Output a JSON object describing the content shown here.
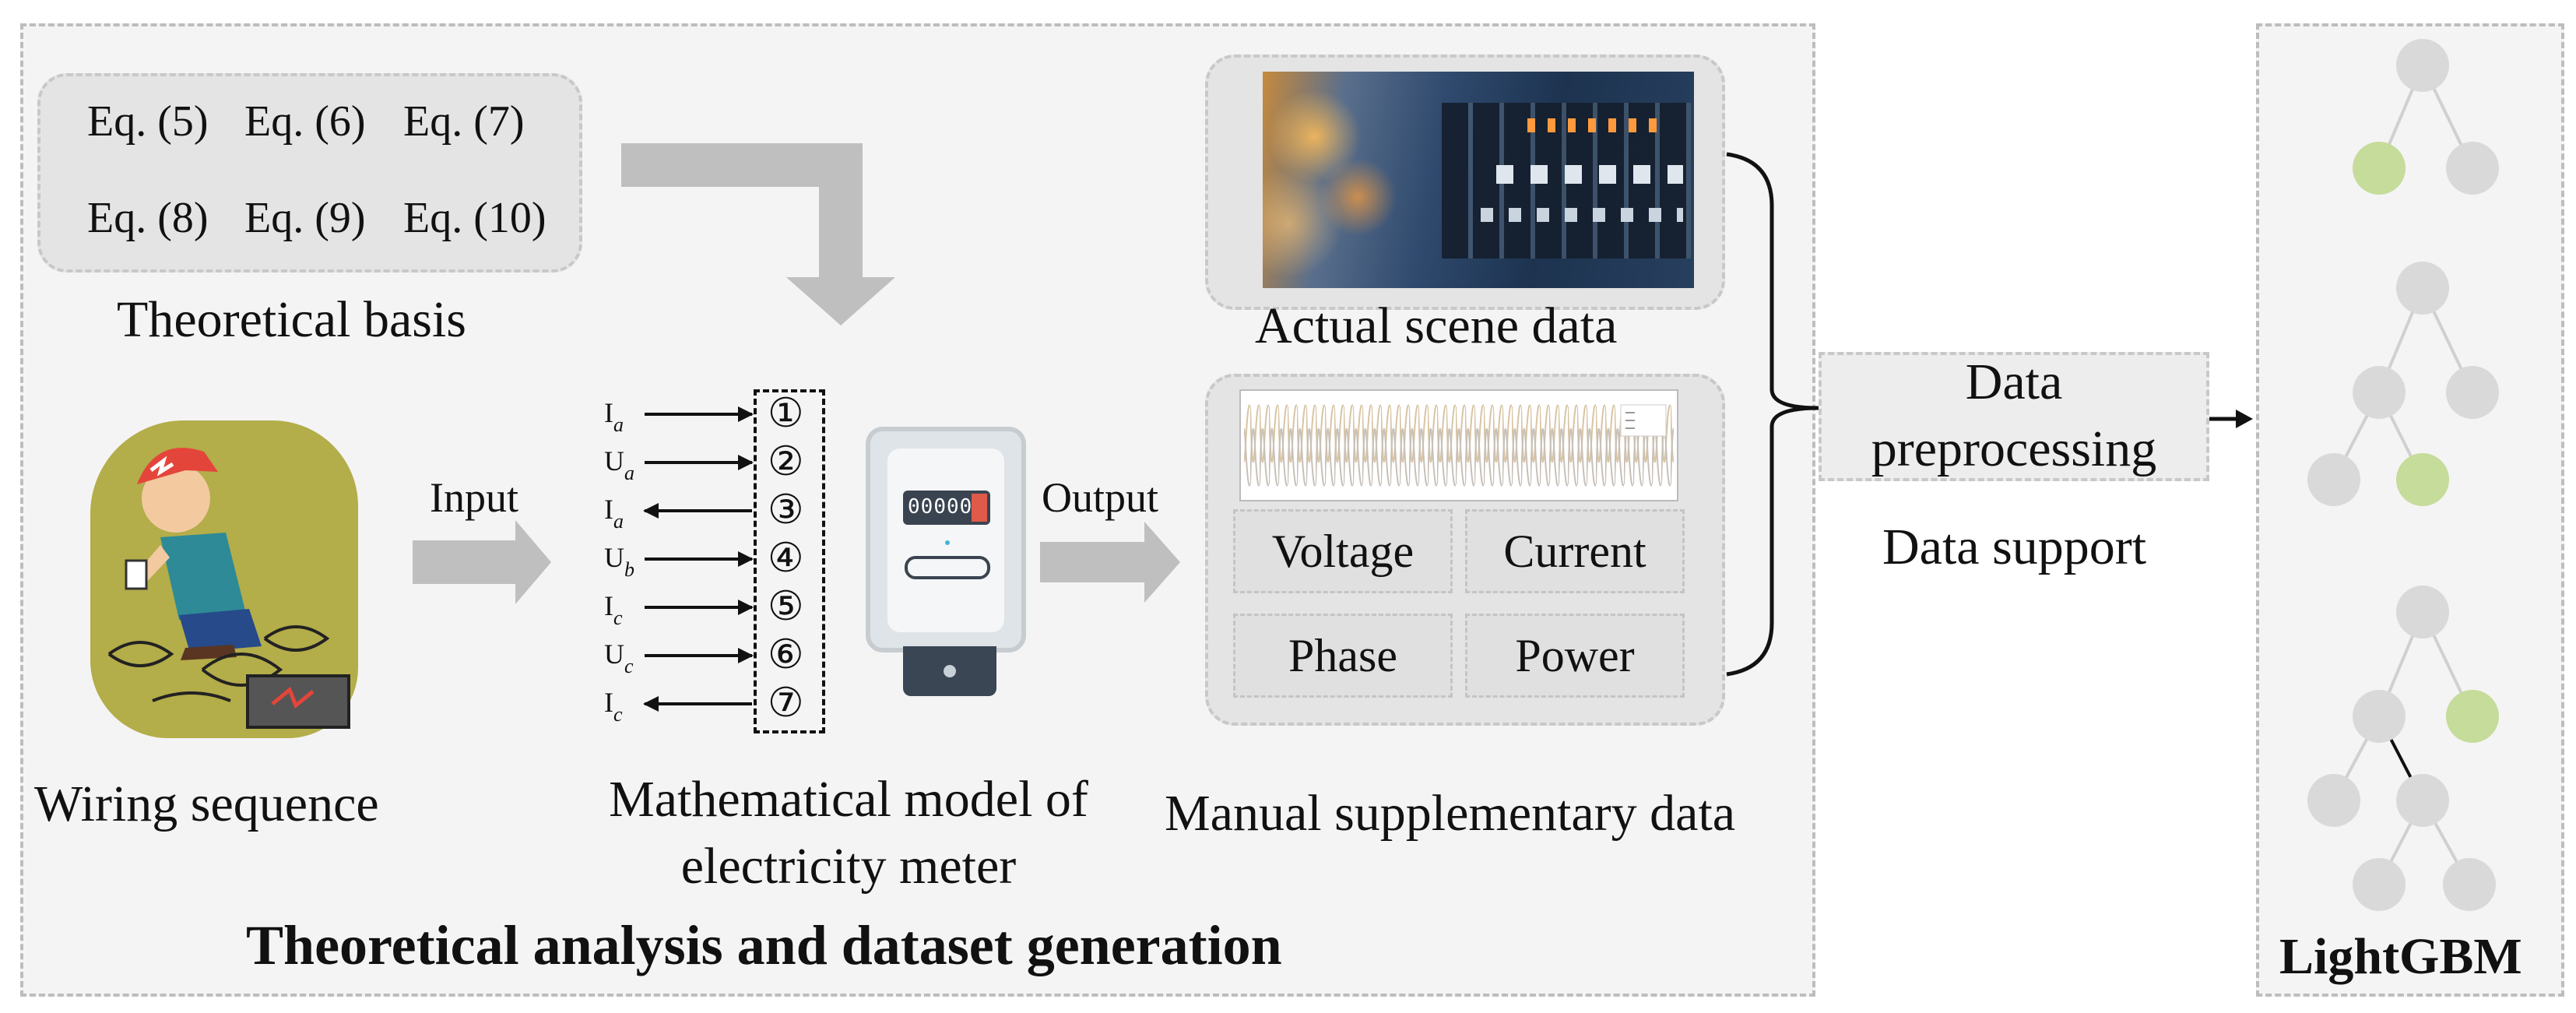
{
  "theoretical_basis": {
    "equations_row1": [
      "Eq. (5)",
      "Eq. (6)",
      "Eq. (7)"
    ],
    "equations_row2": [
      "Eq. (8)",
      "Eq. (9)",
      "Eq. (10)"
    ],
    "label": "Theoretical basis"
  },
  "wiring": {
    "label": "Wiring sequence",
    "input_label": "Input"
  },
  "model": {
    "io_lines": [
      {
        "base": "I",
        "sub": "a",
        "num": "①"
      },
      {
        "base": "U",
        "sub": "a",
        "num": "②"
      },
      {
        "base": "I",
        "sub": "a",
        "num": "③"
      },
      {
        "base": "U",
        "sub": "b",
        "num": "④"
      },
      {
        "base": "I",
        "sub": "c",
        "num": "⑤"
      },
      {
        "base": "U",
        "sub": "c",
        "num": "⑥"
      },
      {
        "base": "I",
        "sub": "c",
        "num": "⑦"
      }
    ],
    "label_line1": "Mathematical model of",
    "label_line2": "electricity meter",
    "meter_digits": "000000",
    "output_label": "Output"
  },
  "actual_scene": {
    "label": "Actual scene data"
  },
  "manual_data": {
    "cells": [
      "Voltage",
      "Current",
      "Phase",
      "Power"
    ],
    "label": "Manual supplementary data"
  },
  "preprocessing": {
    "line1": "Data",
    "line2": "preprocessing",
    "support_label": "Data support"
  },
  "lightgbm": {
    "label": "LightGBM"
  },
  "section_title": "Theoretical analysis and dataset generation",
  "colors": {
    "panel_bg": "#f4f4f4",
    "arrow_gray": "#bfbfbf",
    "node_gray": "#d9d9d9",
    "node_green": "#c5dc9a"
  }
}
